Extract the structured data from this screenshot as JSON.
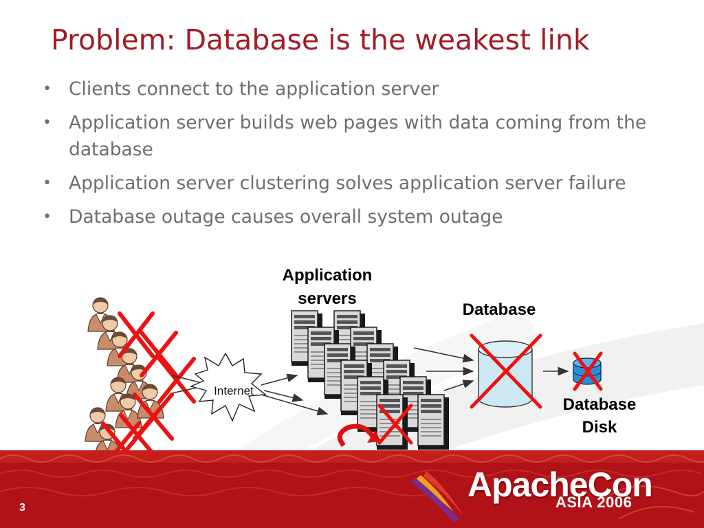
{
  "slide": {
    "title": "Problem: Database is the weakest link",
    "bullets": [
      "Clients connect to the application server",
      "Application server builds web pages with data coming from the database",
      "Application server clustering solves application server failure",
      "Database outage causes overall system outage"
    ]
  },
  "diagram": {
    "app_servers_label": [
      "Application",
      "servers"
    ],
    "database_label": "Database",
    "database_disk_label": [
      "Database",
      "Disk"
    ],
    "internet_label": "Internet",
    "failure_color": "#ee1111"
  },
  "footer": {
    "brand": "ApacheCon",
    "event": "ASIA 2006",
    "slide_number": "3",
    "band_color": "#b01218"
  }
}
